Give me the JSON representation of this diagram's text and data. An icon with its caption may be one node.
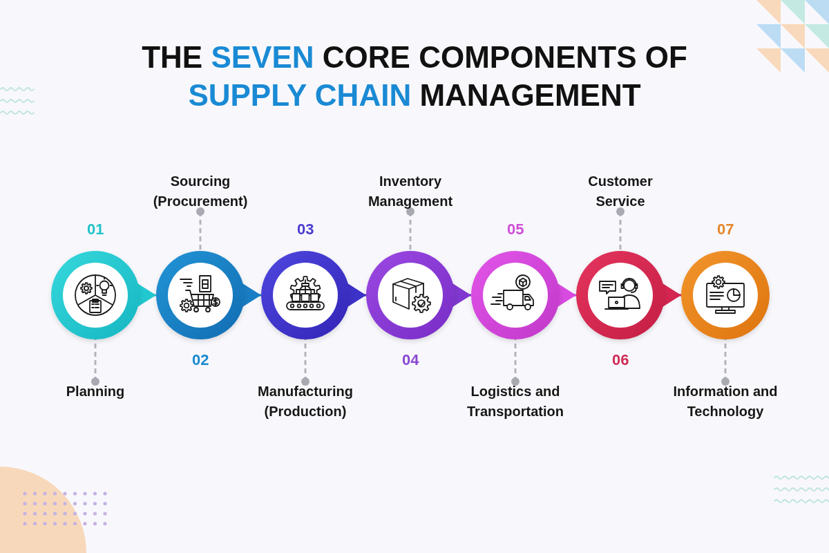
{
  "diagram": {
    "title": "THE SEVEN CORE COMPONENTS OF SUPPLY CHAIN MANAGEMENT",
    "nodes": [
      {
        "text": [],
        "shape": "circle",
        "beside": [
          "01"
        ]
      },
      {
        "text": [
          "Planning"
        ]
      },
      {
        "text": [],
        "shape": "circle",
        "beside": [
          "02"
        ]
      },
      {
        "text": [
          "Sourcing (Procurement)"
        ]
      },
      {
        "text": [],
        "shape": "circle",
        "beside": [
          "03"
        ]
      },
      {
        "text": [
          "Manufacturing (Production)"
        ]
      },
      {
        "text": [],
        "shape": "circle",
        "beside": [
          "04"
        ]
      },
      {
        "text": [
          "Inventory Management"
        ]
      },
      {
        "text": [],
        "shape": "circle",
        "beside": [
          "05"
        ]
      },
      {
        "text": [
          "Logistics and Transportation"
        ]
      },
      {
        "text": [],
        "shape": "circle",
        "beside": [
          "06"
        ]
      },
      {
        "text": [
          "Customer Service"
        ]
      },
      {
        "text": [],
        "shape": "circle",
        "beside": [
          "07"
        ]
      },
      {
        "text": [
          "Information and Technology"
        ]
      }
    ],
    "edges": [
      {
        "from": 0,
        "to": 2,
        "arrow": "to",
        "color": "#22c8d0"
      },
      {
        "from": 2,
        "to": 4,
        "arrow": "to",
        "color": "#1a7ec4"
      },
      {
        "from": 4,
        "to": 6,
        "arrow": "to",
        "color": "#3d32c8"
      },
      {
        "from": 6,
        "to": 8,
        "arrow": "to",
        "color": "#8038d0"
      },
      {
        "from": 8,
        "to": 10,
        "arrow": "to",
        "color": "#d84ae0"
      },
      {
        "from": 10,
        "to": 12,
        "arrow": "to",
        "color": "#d42650"
      },
      {
        "from": 1,
        "to": 0,
        "arrow": "other",
        "style": "dashed"
      },
      {
        "from": 3,
        "to": 2,
        "arrow": "other",
        "style": "dashed"
      },
      {
        "from": 5,
        "to": 4,
        "arrow": "other",
        "style": "dashed"
      },
      {
        "from": 7,
        "to": 6,
        "arrow": "other",
        "style": "dashed"
      },
      {
        "from": 9,
        "to": 8,
        "arrow": "other",
        "style": "dashed"
      },
      {
        "from": 11,
        "to": 10,
        "arrow": "other",
        "style": "dashed"
      },
      {
        "from": 13,
        "to": 12,
        "arrow": "other",
        "style": "dashed"
      }
    ]
  }
}
